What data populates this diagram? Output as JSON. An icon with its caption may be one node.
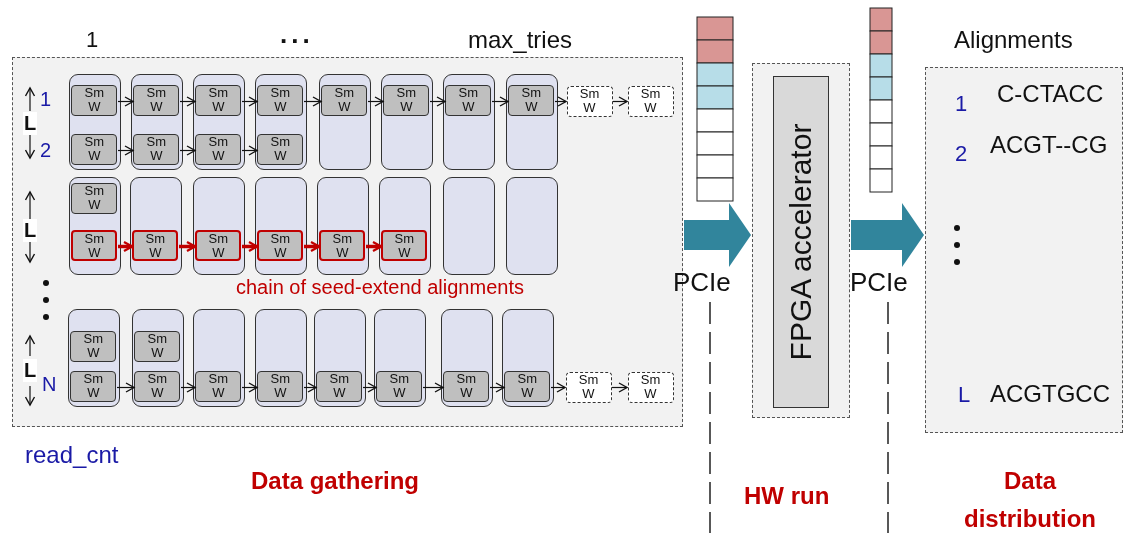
{
  "diagram": {
    "nodes": [
      {
        "text": [],
        "shape": "box"
      },
      {
        "text": [],
        "shape": "box",
        "in": 0
      },
      {
        "text": [
          "Sm W"
        ],
        "in": 1
      },
      {
        "text": [
          "Sm W"
        ],
        "in": 1
      },
      {
        "text": [],
        "shape": "box",
        "in": 0
      },
      {
        "text": [
          "Sm W"
        ],
        "in": 4
      },
      {
        "text": [
          "Sm W"
        ],
        "in": 4
      },
      {
        "text": [],
        "shape": "box",
        "in": 0
      },
      {
        "text": [
          "Sm W"
        ],
        "in": 7
      },
      {
        "text": [
          "Sm W"
        ],
        "in": 7
      },
      {
        "text": [],
        "shape": "box",
        "in": 0
      },
      {
        "text": [
          "Sm W"
        ],
        "in": 10
      },
      {
        "text": [
          "Sm W"
        ],
        "in": 10
      },
      {
        "text": [],
        "shape": "box",
        "in": 0
      },
      {
        "text": [
          "Sm W"
        ],
        "in": 13
      },
      {
        "text": [],
        "shape": "box",
        "in": 0
      },
      {
        "text": [
          "Sm W"
        ],
        "in": 15
      },
      {
        "text": [],
        "shape": "box",
        "in": 0
      },
      {
        "text": [
          "Sm W"
        ],
        "in": 17
      },
      {
        "text": [],
        "shape": "box",
        "in": 0
      },
      {
        "text": [
          "Sm W"
        ],
        "in": 19
      },
      {
        "text": [
          "Sm W"
        ],
        "in": 0
      },
      {
        "text": [
          "Sm W"
        ],
        "in": 0
      },
      {
        "text": [],
        "shape": "box",
        "in": 0
      },
      {
        "text": [
          "Sm W"
        ],
        "in": 23
      },
      {
        "text": [
          "Sm W"
        ],
        "in": 23
      },
      {
        "text": [],
        "shape": "box",
        "in": 0
      },
      {
        "text": [
          "Sm W"
        ],
        "in": 26
      },
      {
        "text": [],
        "shape": "box",
        "in": 0
      },
      {
        "text": [
          "Sm W"
        ],
        "in": 28
      },
      {
        "text": [],
        "shape": "box",
        "in": 0
      },
      {
        "text": [
          "Sm W"
        ],
        "in": 30
      },
      {
        "text": [],
        "shape": "box",
        "in": 0
      },
      {
        "text": [
          "Sm W"
        ],
        "in": 32
      },
      {
        "text": [],
        "shape": "box",
        "in": 0
      },
      {
        "text": [
          "Sm W"
        ],
        "in": 34
      },
      {
        "text": [],
        "shape": "box",
        "in": 0
      },
      {
        "text": [],
        "shape": "box",
        "in": 0
      },
      {
        "text": [],
        "shape": "box",
        "in": 0
      },
      {
        "text": [
          "Sm W"
        ],
        "in": 38
      },
      {
        "text": [
          "Sm W"
        ],
        "in": 38
      },
      {
        "text": [],
        "shape": "box",
        "in": 0
      },
      {
        "text": [
          "Sm W"
        ],
        "in": 41
      },
      {
        "text": [
          "Sm W"
        ],
        "in": 41
      },
      {
        "text": [],
        "shape": "box",
        "in": 0
      },
      {
        "text": [
          "Sm W"
        ],
        "in": 44
      },
      {
        "text": [],
        "shape": "box",
        "in": 0
      },
      {
        "text": [
          "Sm W"
        ],
        "in": 46
      },
      {
        "text": [],
        "shape": "box",
        "in": 0
      },
      {
        "text": [
          "Sm W"
        ],
        "in": 48
      },
      {
        "text": [],
        "shape": "box",
        "in": 0
      },
      {
        "text": [
          "Sm W"
        ],
        "in": 50
      },
      {
        "text": [],
        "shape": "box",
        "in": 0
      },
      {
        "text": [
          "Sm W"
        ],
        "in": 52
      },
      {
        "text": [],
        "shape": "box",
        "in": 0
      },
      {
        "text": [
          "Sm W"
        ],
        "in": 54
      },
      {
        "text": [
          "Sm W"
        ],
        "in": 0
      },
      {
        "text": [
          "Sm W"
        ],
        "in": 0
      },
      {
        "text": [],
        "shape": "box"
      },
      {
        "text": [
          "FPGA accelerator"
        ],
        "in": 58
      },
      {
        "text": [
          "Alignments"
        ]
      }
    ],
    "edges": [
      {
        "from": 2,
        "to": 5,
        "arrow": "to"
      },
      {
        "from": 5,
        "to": 8,
        "arrow": "to"
      },
      {
        "from": 8,
        "to": 11,
        "arrow": "to"
      },
      {
        "from": 11,
        "to": 14,
        "arrow": "to"
      },
      {
        "from": 14,
        "to": 16,
        "arrow": "to"
      },
      {
        "from": 16,
        "to": 18,
        "arrow": "to"
      },
      {
        "from": 18,
        "to": 20,
        "arrow": "to"
      },
      {
        "from": 20,
        "to": 21,
        "arrow": "to"
      },
      {
        "from": 21,
        "to": 22,
        "arrow": "to"
      },
      {
        "from": 3,
        "to": 6,
        "arrow": "to"
      },
      {
        "from": 6,
        "to": 9,
        "arrow": "to"
      },
      {
        "from": 9,
        "to": 12,
        "arrow": "to"
      },
      {
        "from": 25,
        "to": 27,
        "arrow": "to",
        "style": "thick",
        "color": "#c00000"
      },
      {
        "from": 27,
        "to": 29,
        "arrow": "to",
        "style": "thick",
        "color": "#c00000"
      },
      {
        "from": 29,
        "to": 31,
        "arrow": "to",
        "style": "thick",
        "color": "#c00000"
      },
      {
        "from": 31,
        "to": 33,
        "arrow": "to",
        "style": "thick",
        "color": "#c00000"
      },
      {
        "from": 33,
        "to": 35,
        "arrow": "to",
        "style": "thick",
        "color": "#c00000"
      },
      {
        "from": 40,
        "to": 43,
        "arrow": "to"
      },
      {
        "from": 43,
        "to": 45,
        "arrow": "to"
      },
      {
        "from": 45,
        "to": 47,
        "arrow": "to"
      },
      {
        "from": 47,
        "to": 49,
        "arrow": "to"
      },
      {
        "from": 49,
        "to": 51,
        "arrow": "to"
      },
      {
        "from": 51,
        "to": 53,
        "arrow": "to"
      },
      {
        "from": 53,
        "to": 55,
        "arrow": "to"
      },
      {
        "from": 55,
        "to": 56,
        "arrow": "to"
      },
      {
        "from": 56,
        "to": 57,
        "arrow": "to"
      },
      {
        "from": 0,
        "to": 58,
        "arrow": "to",
        "style": "thick",
        "color": "#31859c"
      },
      {
        "from": 58,
        "to": 60,
        "arrow": "to",
        "style": "thick",
        "color": "#31859c"
      }
    ],
    "labels": [
      "1",
      "...",
      "max_tries",
      "1",
      "L",
      "2",
      "1",
      "C-CTACC",
      "2",
      "ACGT--CG",
      "L",
      "chain of seed-extend alignments",
      "PCIe",
      "PCIe",
      "L",
      "N",
      "L",
      "ACGTGCC",
      "read_cnt",
      "Data gathering",
      "HW run",
      "Data distribution"
    ]
  }
}
